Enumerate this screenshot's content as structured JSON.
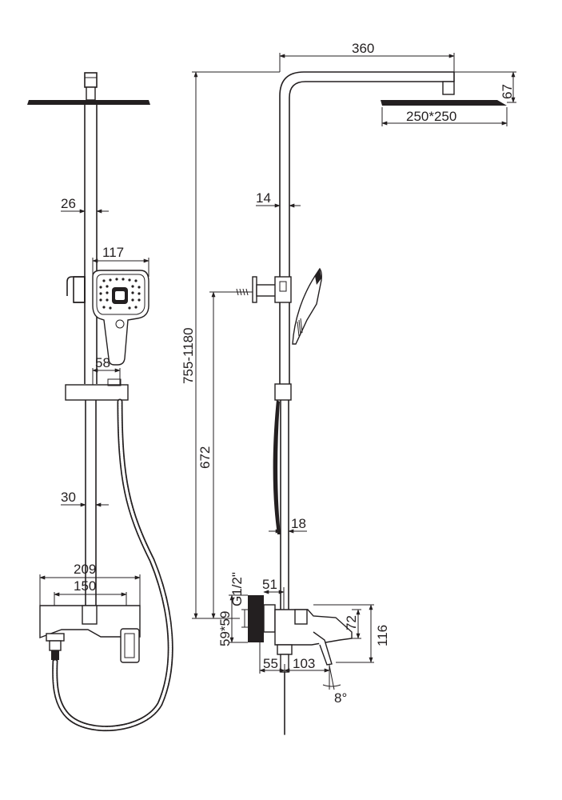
{
  "dimensions": {
    "arm_length": "360",
    "head_height": "67",
    "head_size": "250*250",
    "riser_diameter_side": "14",
    "riser_diameter_front": "26",
    "hand_shower_width": "117",
    "slider_width": "58",
    "height_range": "755-1180",
    "mount_height": "672",
    "pipe_diameter_front": "30",
    "lower_pipe_diameter": "18",
    "mixer_width": "209",
    "center_distance": "150",
    "thread": "G1/2\"",
    "escutcheon_offset": "51",
    "escutcheon_size": "59*59",
    "mixer_inner_height": "72",
    "mixer_total_height": "116",
    "escutcheon_depth": "55",
    "spout_projection": "103",
    "spout_angle": "8°"
  }
}
